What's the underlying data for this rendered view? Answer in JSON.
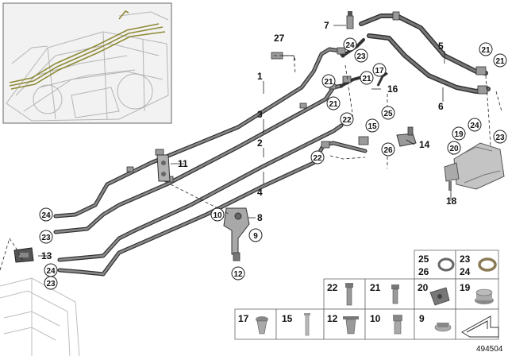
{
  "diagram_id": "494504",
  "callouts_plain": [
    {
      "id": "c1",
      "text": "1"
    },
    {
      "id": "c2",
      "text": "2"
    },
    {
      "id": "c3",
      "text": "3"
    },
    {
      "id": "c4",
      "text": "4"
    },
    {
      "id": "c5",
      "text": "5"
    },
    {
      "id": "c6",
      "text": "6"
    },
    {
      "id": "c7",
      "text": "7"
    },
    {
      "id": "c8",
      "text": "8"
    },
    {
      "id": "c11",
      "text": "11"
    },
    {
      "id": "c13",
      "text": "13"
    },
    {
      "id": "c14",
      "text": "14"
    },
    {
      "id": "c16",
      "text": "16"
    },
    {
      "id": "c18",
      "text": "18"
    },
    {
      "id": "c27",
      "text": "27"
    }
  ],
  "callouts_circled": [
    {
      "id": "k24a",
      "text": "24"
    },
    {
      "id": "k23a",
      "text": "23"
    },
    {
      "id": "k21a",
      "text": "21"
    },
    {
      "id": "k21b",
      "text": "21"
    },
    {
      "id": "k21c",
      "text": "21"
    },
    {
      "id": "k21d",
      "text": "21"
    },
    {
      "id": "k21e",
      "text": "21"
    },
    {
      "id": "k22a",
      "text": "22"
    },
    {
      "id": "k22b",
      "text": "22"
    },
    {
      "id": "k17a",
      "text": "17"
    },
    {
      "id": "k25a",
      "text": "25"
    },
    {
      "id": "k15a",
      "text": "15"
    },
    {
      "id": "k26a",
      "text": "26"
    },
    {
      "id": "k24b",
      "text": "24"
    },
    {
      "id": "k23b",
      "text": "23"
    },
    {
      "id": "k19a",
      "text": "19"
    },
    {
      "id": "k20a",
      "text": "20"
    },
    {
      "id": "k10a",
      "text": "10"
    },
    {
      "id": "k9a",
      "text": "9"
    },
    {
      "id": "k12a",
      "text": "12"
    },
    {
      "id": "k24c",
      "text": "24"
    },
    {
      "id": "k23c",
      "text": "23"
    },
    {
      "id": "k24d",
      "text": "24"
    },
    {
      "id": "k23d",
      "text": "23"
    }
  ],
  "parts_table": [
    {
      "id": "t25",
      "text": "25"
    },
    {
      "id": "t26",
      "text": "26"
    },
    {
      "id": "t23",
      "text": "23"
    },
    {
      "id": "t24",
      "text": "24"
    },
    {
      "id": "t22",
      "text": "22"
    },
    {
      "id": "t21",
      "text": "21"
    },
    {
      "id": "t20",
      "text": "20"
    },
    {
      "id": "t19",
      "text": "19"
    },
    {
      "id": "t17",
      "text": "17"
    },
    {
      "id": "t15",
      "text": "15"
    },
    {
      "id": "t12",
      "text": "12"
    },
    {
      "id": "t10",
      "text": "10"
    },
    {
      "id": "t9",
      "text": "9"
    }
  ]
}
